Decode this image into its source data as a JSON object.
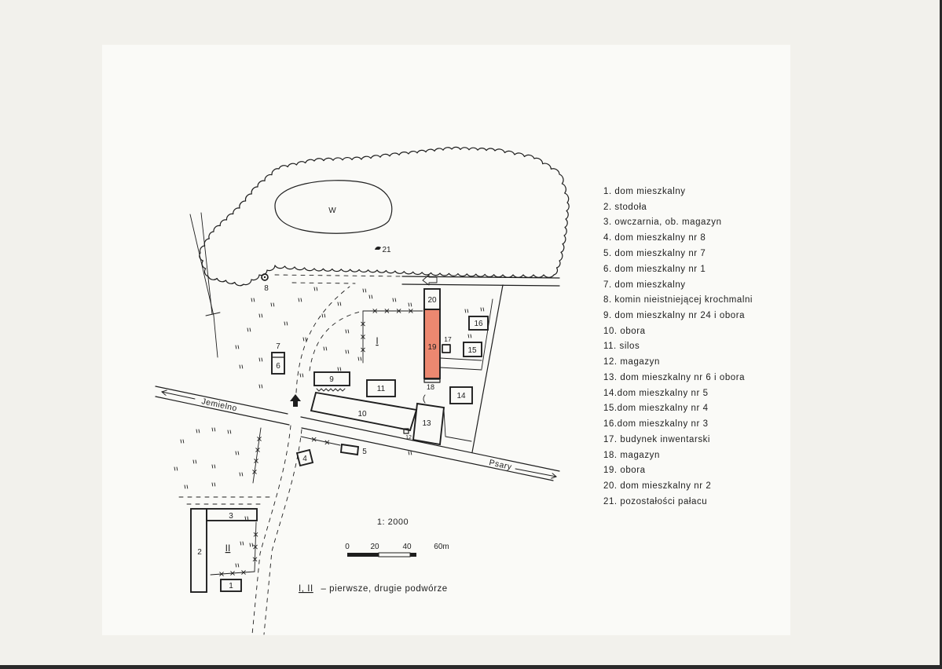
{
  "colors": {
    "paper": "#f2f1ec",
    "sheet": "#fafaf7",
    "ink": "#1e1e1e",
    "highlight": "#ec8870",
    "edge": "#2a2a2a"
  },
  "map": {
    "pond_label": "W",
    "roads": {
      "west": "Jemielno",
      "east": "Psary"
    },
    "courtyards": {
      "first": "I",
      "second": "II"
    },
    "building_numbers": [
      "1",
      "2",
      "3",
      "4",
      "5",
      "6",
      "7",
      "8",
      "9",
      "10",
      "11",
      "12",
      "13",
      "14",
      "15",
      "16",
      "17",
      "18",
      "19",
      "20",
      "21"
    ],
    "scale": "1: 2000",
    "scale_bar_labels": [
      "0",
      "20",
      "40",
      "60m"
    ]
  },
  "legend": {
    "items": [
      "1. dom mieszkalny",
      "2. stodoła",
      "3. owczarnia, ob. magazyn",
      "4. dom mieszkalny nr 8",
      "5. dom mieszkalny nr 7",
      "6. dom mieszkalny nr 1",
      "7. dom mieszkalny",
      "8. komin nieistniejącej krochmalni",
      "9. dom mieszkalny nr 24 i obora",
      "10. obora",
      "11. silos",
      "12. magazyn",
      "13. dom mieszkalny nr 6 i obora",
      "14.dom mieszkalny nr 5",
      "15.dom mieszkalny nr 4",
      "16.dom mieszkalny nr 3",
      "17. budynek inwentarski",
      "18. magazyn",
      "19. obora",
      "20. dom mieszkalny nr 2",
      "21. pozostałości pałacu"
    ]
  },
  "note": {
    "label": "I, II",
    "text": "– pierwsze, drugie podwórze"
  }
}
